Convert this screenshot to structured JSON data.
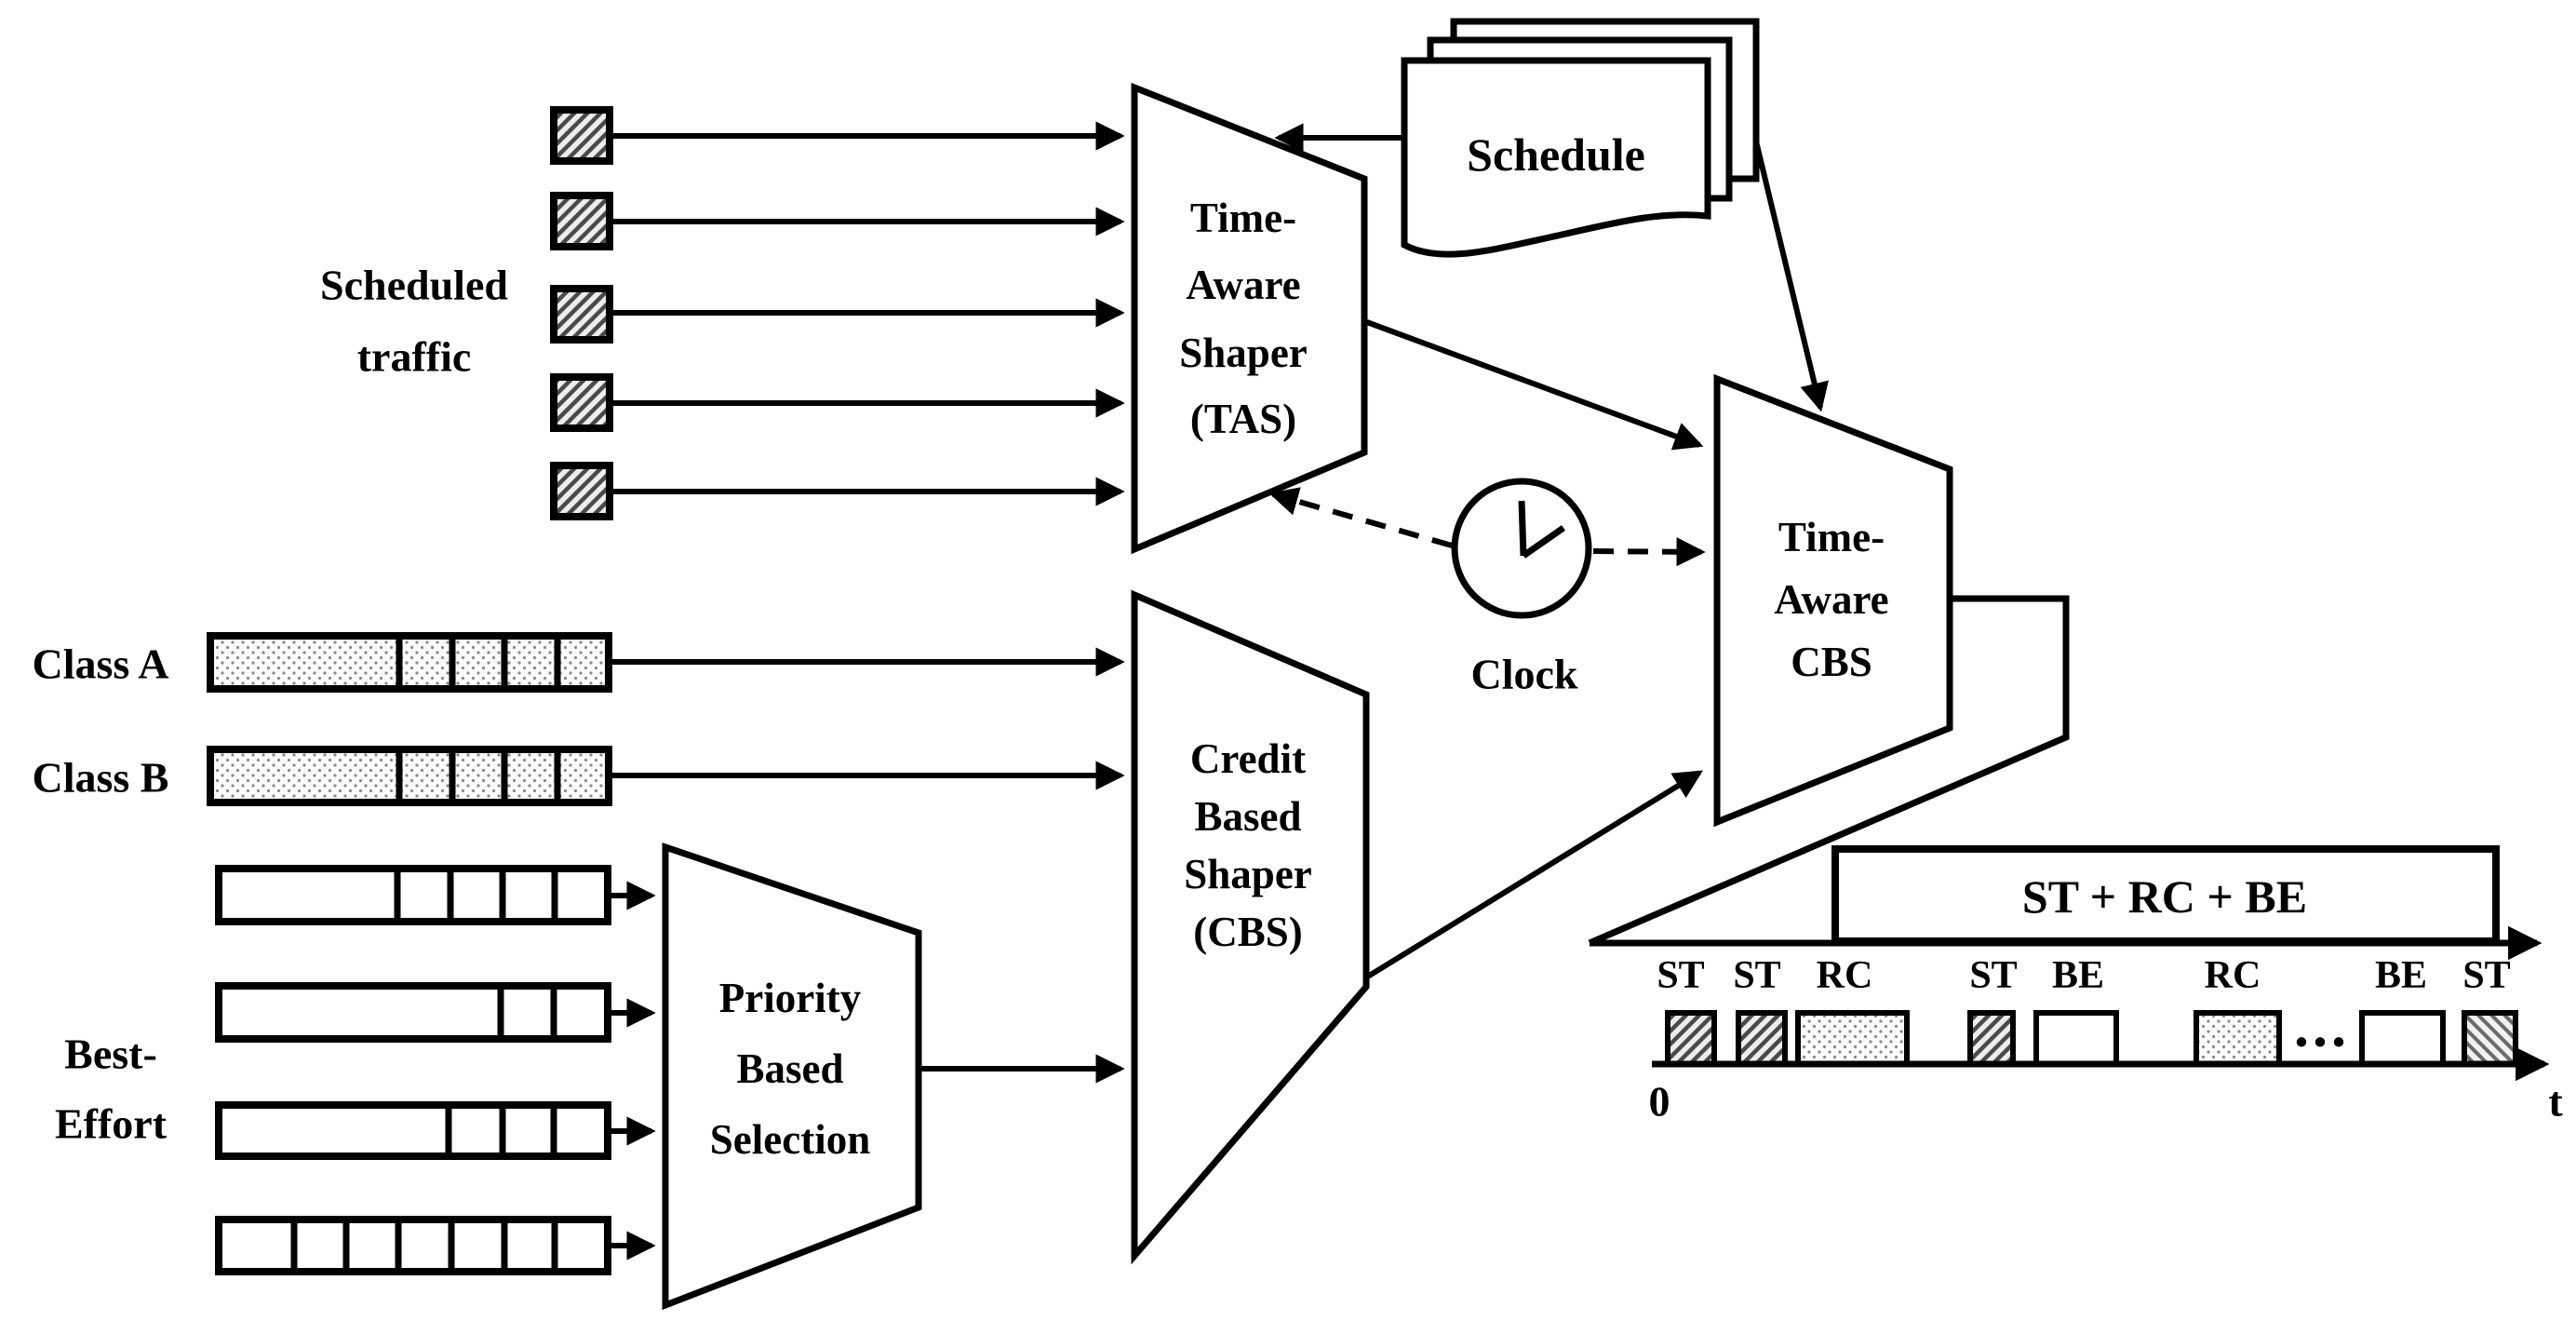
{
  "diagram": {
    "title_hint": "Time-aware shaping architecture with TAS, CBS and time-aware CBS",
    "colors": {
      "ink": "#000000",
      "background": "#ffffff",
      "hatch_fill": "#ededed",
      "dot_fill": "#fbfbfb"
    },
    "inputs": {
      "scheduled": {
        "line1": "Scheduled",
        "line2": "traffic",
        "queue_count": 5,
        "pattern": "diagonal-hatch"
      },
      "class_a": {
        "label": "Class A",
        "pattern": "dotted",
        "cells": 5
      },
      "class_b": {
        "label": "Class B",
        "pattern": "dotted",
        "cells": 5
      },
      "best_effort": {
        "line1": "Best-",
        "line2": "Effort",
        "queue_count": 4,
        "pattern": "white",
        "cells_per_queue": [
          5,
          3,
          4,
          7
        ]
      }
    },
    "blocks": {
      "tas": {
        "lines": [
          "Time-",
          "Aware",
          "Shaper",
          "(TAS)"
        ]
      },
      "cbs": {
        "lines": [
          "Credit",
          "Based",
          "Shaper",
          "(CBS)"
        ]
      },
      "priority": {
        "lines": [
          "Priority",
          "Based",
          "Selection"
        ]
      },
      "ta_cbs": {
        "lines": [
          "Time-",
          "Aware",
          "CBS"
        ]
      },
      "schedule": {
        "label": "Schedule",
        "pages": 3
      },
      "clock": {
        "label": "Clock"
      }
    },
    "timeline": {
      "sum_label": "ST + RC + BE",
      "slots": [
        {
          "label": "ST",
          "type": "st"
        },
        {
          "label": "ST",
          "type": "st"
        },
        {
          "label": "RC",
          "type": "rc"
        },
        {
          "label": "ST",
          "type": "st"
        },
        {
          "label": "BE",
          "type": "be"
        },
        {
          "label": "RC",
          "type": "rc"
        },
        {
          "label": "BE",
          "type": "be"
        },
        {
          "label": "ST",
          "type": "st"
        }
      ],
      "ellipsis": "...",
      "origin_label": "0",
      "time_label": "t"
    }
  }
}
